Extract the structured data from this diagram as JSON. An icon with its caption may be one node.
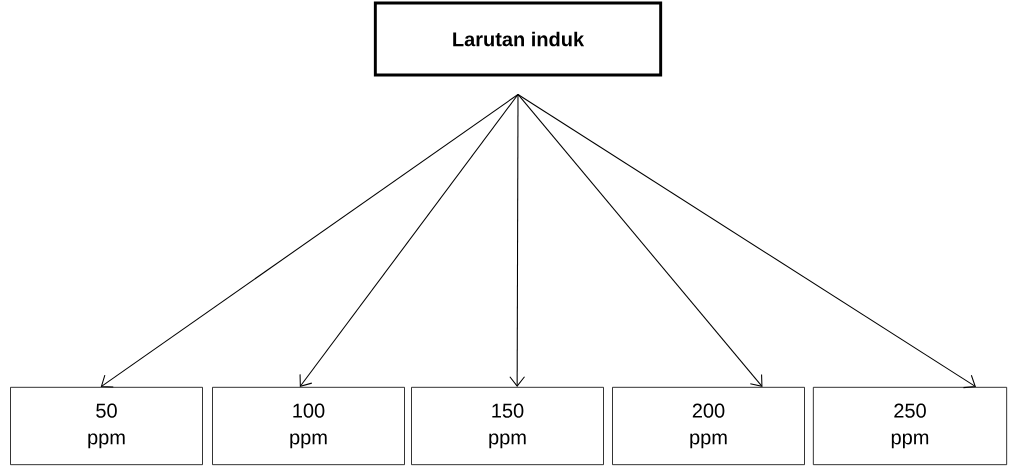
{
  "diagram": {
    "nodes": [
      {
        "text": [
          "Larutan induk"
        ]
      },
      {
        "text": [
          "50 ppm"
        ]
      },
      {
        "text": [
          "100 ppm"
        ]
      },
      {
        "text": [
          "150 ppm"
        ]
      },
      {
        "text": [
          "200 ppm"
        ]
      },
      {
        "text": [
          "250 ppm"
        ]
      }
    ],
    "edges": [
      {
        "from": 0,
        "to": 1,
        "arrow": "to"
      },
      {
        "from": 0,
        "to": 2,
        "arrow": "to"
      },
      {
        "from": 0,
        "to": 3,
        "arrow": "to"
      },
      {
        "from": 0,
        "to": 4,
        "arrow": "to"
      },
      {
        "from": 0,
        "to": 5,
        "arrow": "to"
      }
    ]
  }
}
